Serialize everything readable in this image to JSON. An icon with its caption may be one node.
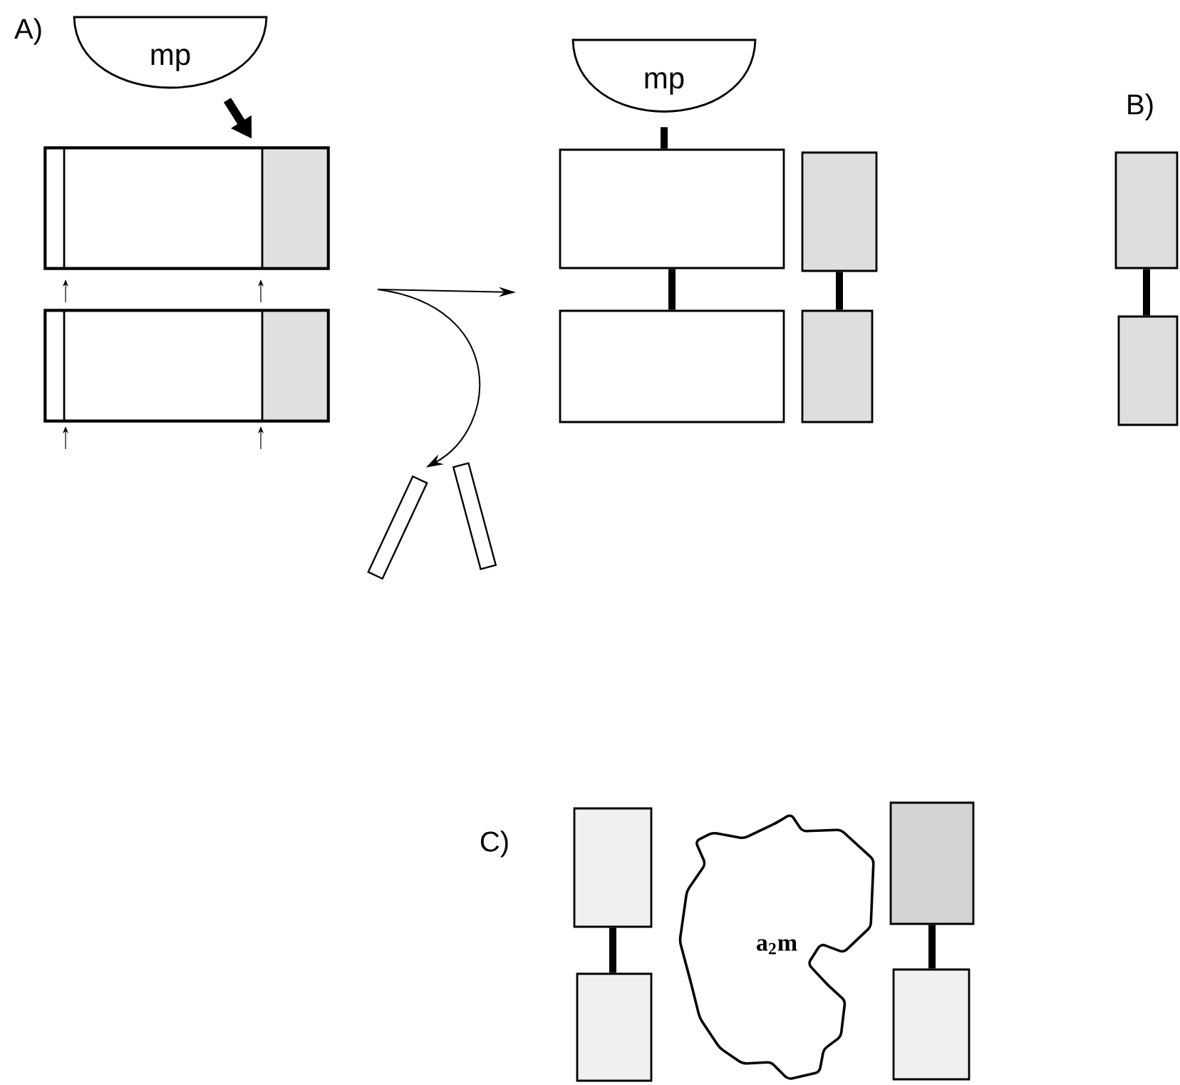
{
  "diagram": {
    "nodes": [
      {
        "text": [
          "mp"
        ]
      },
      {
        "text": [],
        "shape": "box"
      },
      {
        "text": [],
        "shape": "box"
      },
      {
        "text": [],
        "shape": "bar"
      },
      {
        "text": [],
        "shape": "bar"
      },
      {
        "text": [
          "mp"
        ]
      },
      {
        "text": [],
        "shape": "box"
      },
      {
        "text": [],
        "shape": "box"
      },
      {
        "text": [],
        "shape": "box"
      },
      {
        "text": [],
        "shape": "box"
      },
      {
        "text": [],
        "shape": "box"
      },
      {
        "text": [],
        "shape": "box"
      },
      {
        "text": [],
        "shape": "box"
      },
      {
        "text": [],
        "shape": "box"
      },
      {
        "text": [
          "a$_{2}$m"
        ]
      },
      {
        "text": [],
        "shape": "box"
      },
      {
        "text": [],
        "shape": "box"
      }
    ],
    "edges": [
      {
        "from": 0,
        "to": 1,
        "arrow": "to"
      },
      {
        "from": null,
        "to": 3,
        "arrow": "to"
      },
      {
        "from": 5,
        "to": 6,
        "arrow": "none"
      },
      {
        "from": 6,
        "to": 7,
        "arrow": "none"
      },
      {
        "from": 8,
        "to": 9,
        "arrow": "none"
      },
      {
        "from": 10,
        "to": 11,
        "arrow": "none"
      },
      {
        "from": 12,
        "to": 13,
        "arrow": "none"
      },
      {
        "from": 15,
        "to": 16,
        "arrow": "none"
      }
    ],
    "labels": [
      "A)",
      "B)",
      "C)"
    ]
  }
}
